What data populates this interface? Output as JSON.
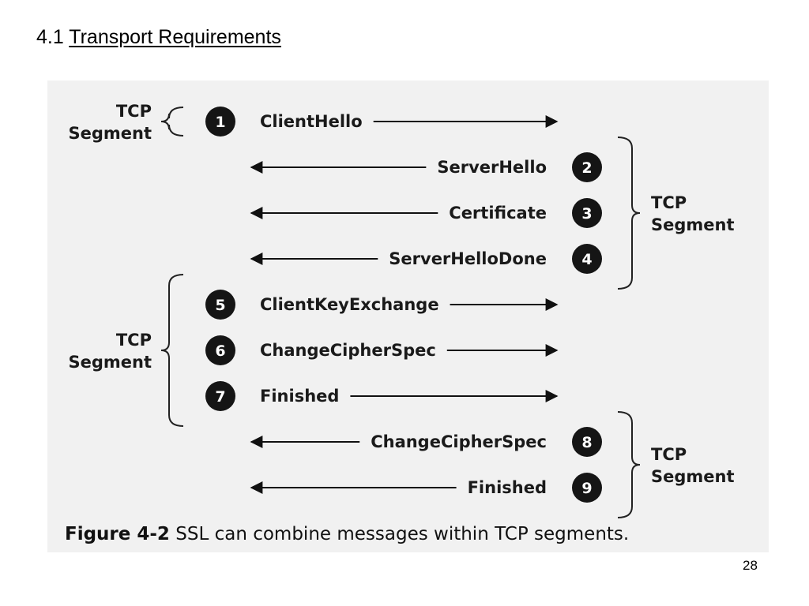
{
  "slide": {
    "title_number": "4.1",
    "title_text": "Transport Requirements",
    "page_number": "28"
  },
  "figure": {
    "caption_label": "Figure 4-2",
    "caption_text": "SSL can combine messages within TCP segments.",
    "segment_label_line1": "TCP",
    "segment_label_line2": "Segment",
    "messages": [
      {
        "step": "1",
        "label": "ClientHello",
        "direction": "client-to-server"
      },
      {
        "step": "2",
        "label": "ServerHello",
        "direction": "server-to-client"
      },
      {
        "step": "3",
        "label": "Certificate",
        "direction": "server-to-client"
      },
      {
        "step": "4",
        "label": "ServerHelloDone",
        "direction": "server-to-client"
      },
      {
        "step": "5",
        "label": "ClientKeyExchange",
        "direction": "client-to-server"
      },
      {
        "step": "6",
        "label": "ChangeCipherSpec",
        "direction": "client-to-server"
      },
      {
        "step": "7",
        "label": "Finished",
        "direction": "client-to-server"
      },
      {
        "step": "8",
        "label": "ChangeCipherSpec",
        "direction": "server-to-client"
      },
      {
        "step": "9",
        "label": "Finished",
        "direction": "server-to-client"
      }
    ],
    "segments": [
      {
        "steps": [
          "1"
        ],
        "side": "left"
      },
      {
        "steps": [
          "2",
          "3",
          "4"
        ],
        "side": "right"
      },
      {
        "steps": [
          "5",
          "6",
          "7"
        ],
        "side": "left"
      },
      {
        "steps": [
          "8",
          "9"
        ],
        "side": "right"
      }
    ]
  }
}
